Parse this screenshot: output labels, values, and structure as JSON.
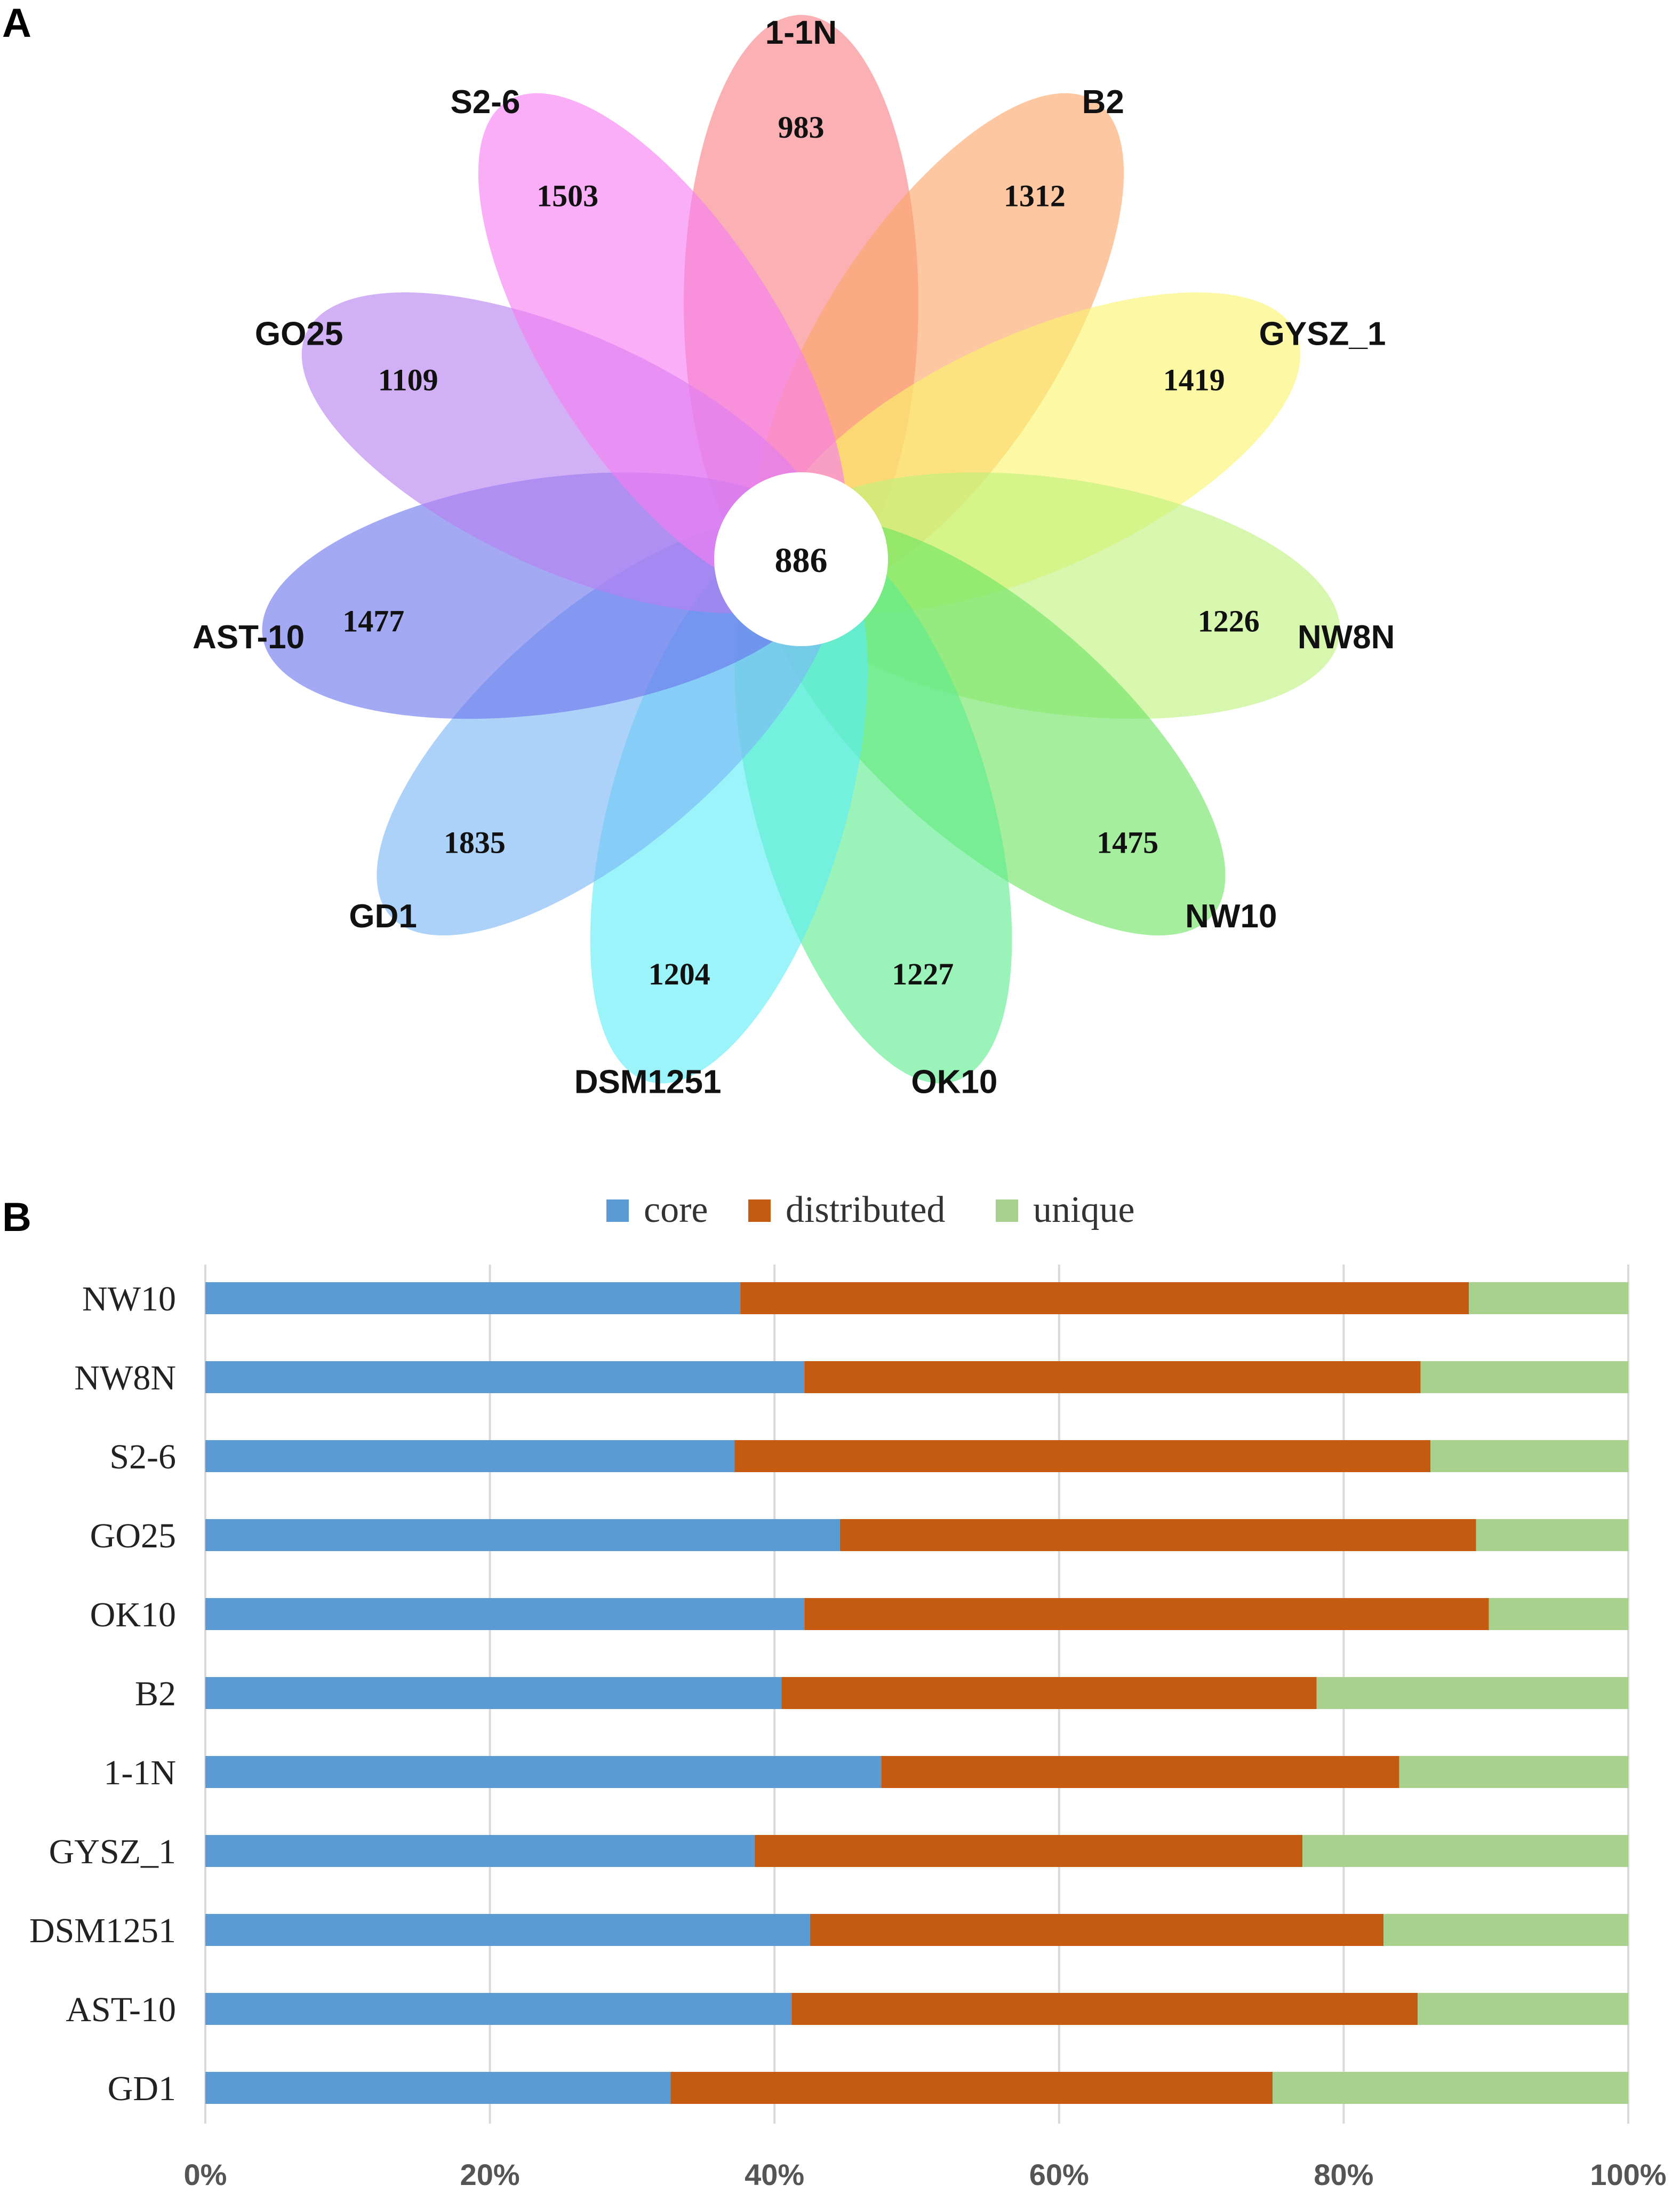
{
  "panel_a": {
    "letter": "A",
    "core_count": "886",
    "petals": [
      {
        "name": "1-1N",
        "count": "983",
        "color": "#f97f85"
      },
      {
        "name": "B2",
        "count": "1312",
        "color": "#fba667"
      },
      {
        "name": "GYSZ_1",
        "count": "1419",
        "color": "#fbf36a"
      },
      {
        "name": "NW8N",
        "count": "1226",
        "color": "#bdf27a"
      },
      {
        "name": "NW10",
        "count": "1475",
        "color": "#6ee362"
      },
      {
        "name": "OK10",
        "count": "1227",
        "color": "#5ceb8e"
      },
      {
        "name": "DSM1251",
        "count": "1204",
        "color": "#5ceef6"
      },
      {
        "name": "GD1",
        "count": "1835",
        "color": "#7ab6f5"
      },
      {
        "name": "AST-10",
        "count": "1477",
        "color": "#6b75ec"
      },
      {
        "name": "GO25",
        "count": "1109",
        "color": "#b77ff0"
      },
      {
        "name": "S2-6",
        "count": "1503",
        "color": "#f77cf3"
      }
    ]
  },
  "panel_b": {
    "letter": "B"
  },
  "chart_data": [
    {
      "type": "venn-flower",
      "center_value": 886,
      "categories": [
        "1-1N",
        "B2",
        "GYSZ_1",
        "NW8N",
        "NW10",
        "OK10",
        "DSM1251",
        "GD1",
        "AST-10",
        "GO25",
        "S2-6"
      ],
      "values": [
        983,
        1312,
        1419,
        1226,
        1475,
        1227,
        1204,
        1835,
        1477,
        1109,
        1503
      ]
    },
    {
      "type": "bar",
      "orientation": "horizontal",
      "stacked": true,
      "normalized": true,
      "categories": [
        "NW10",
        "NW8N",
        "S2-6",
        "GO25",
        "OK10",
        "B2",
        "1-1N",
        "GYSZ_1",
        "DSM1251",
        "AST-10",
        "GD1"
      ],
      "series": [
        {
          "name": "core",
          "color": "#5b9bd5",
          "values": [
            37.6,
            42.1,
            37.2,
            44.6,
            42.1,
            40.5,
            47.5,
            38.6,
            42.5,
            41.2,
            32.7
          ]
        },
        {
          "name": "distributed",
          "color": "#c55a11",
          "values": [
            51.2,
            43.3,
            48.9,
            44.7,
            48.1,
            37.6,
            36.4,
            38.5,
            40.3,
            44.0,
            42.3
          ]
        },
        {
          "name": "unique",
          "color": "#a9d18e",
          "values": [
            11.2,
            14.6,
            13.9,
            10.7,
            9.8,
            21.9,
            16.1,
            22.9,
            17.2,
            14.8,
            25.0
          ]
        }
      ],
      "xlim": [
        0,
        100
      ],
      "x_ticks": [
        "0%",
        "20%",
        "40%",
        "60%",
        "80%",
        "100%"
      ],
      "grid": true,
      "legend_position": "top"
    }
  ]
}
